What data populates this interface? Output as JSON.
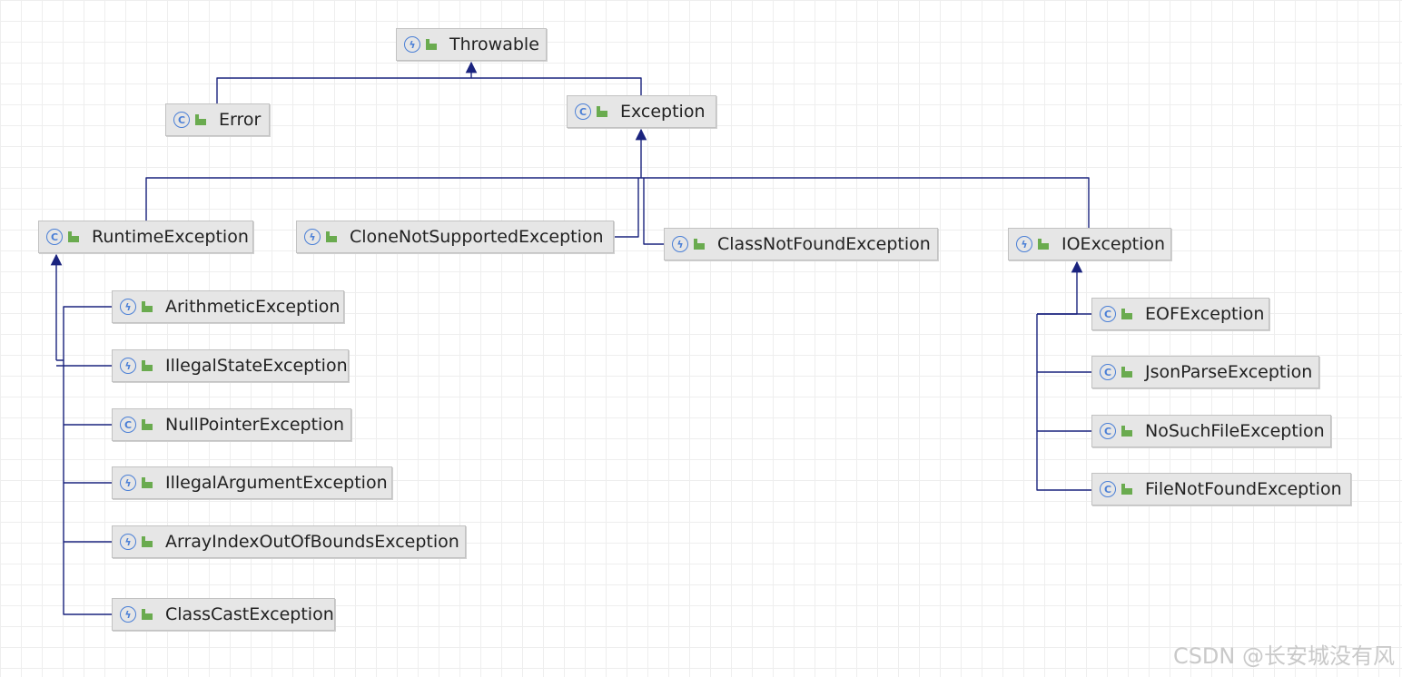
{
  "diagram": {
    "nodes": [
      {
        "id": "throwable",
        "label": "Throwable",
        "kind": "exception"
      },
      {
        "id": "error",
        "label": "Error",
        "kind": "class"
      },
      {
        "id": "exception",
        "label": "Exception",
        "kind": "class"
      },
      {
        "id": "runtime",
        "label": "RuntimeException",
        "kind": "class"
      },
      {
        "id": "clone",
        "label": "CloneNotSupportedException",
        "kind": "exception"
      },
      {
        "id": "cnf",
        "label": "ClassNotFoundException",
        "kind": "exception"
      },
      {
        "id": "io",
        "label": "IOException",
        "kind": "exception"
      },
      {
        "id": "arith",
        "label": "ArithmeticException",
        "kind": "exception"
      },
      {
        "id": "illegalstate",
        "label": "IllegalStateException",
        "kind": "exception"
      },
      {
        "id": "npe",
        "label": "NullPointerException",
        "kind": "class"
      },
      {
        "id": "illegalarg",
        "label": "IllegalArgumentException",
        "kind": "exception"
      },
      {
        "id": "aioobe",
        "label": "ArrayIndexOutOfBoundsException",
        "kind": "exception"
      },
      {
        "id": "cce",
        "label": "ClassCastException",
        "kind": "exception"
      },
      {
        "id": "eof",
        "label": "EOFException",
        "kind": "class"
      },
      {
        "id": "json",
        "label": "JsonParseException",
        "kind": "class"
      },
      {
        "id": "nsf",
        "label": "NoSuchFileException",
        "kind": "class"
      },
      {
        "id": "fnf",
        "label": "FileNotFoundException",
        "kind": "class"
      }
    ],
    "edges": [
      {
        "from": "error",
        "to": "throwable"
      },
      {
        "from": "exception",
        "to": "throwable"
      },
      {
        "from": "runtime",
        "to": "exception"
      },
      {
        "from": "clone",
        "to": "exception"
      },
      {
        "from": "cnf",
        "to": "exception"
      },
      {
        "from": "io",
        "to": "exception"
      },
      {
        "from": "arith",
        "to": "runtime"
      },
      {
        "from": "illegalstate",
        "to": "runtime"
      },
      {
        "from": "npe",
        "to": "runtime"
      },
      {
        "from": "illegalarg",
        "to": "runtime"
      },
      {
        "from": "aioobe",
        "to": "runtime"
      },
      {
        "from": "cce",
        "to": "runtime"
      },
      {
        "from": "eof",
        "to": "io"
      },
      {
        "from": "json",
        "to": "io"
      },
      {
        "from": "nsf",
        "to": "io"
      },
      {
        "from": "fnf",
        "to": "io"
      }
    ],
    "colors": {
      "edge": "#1a237e",
      "class_icon": "#4a7fd6",
      "package_icon": "#6aab4f",
      "node_fill": "#e6e6e6"
    }
  },
  "watermark": "CSDN @长安城没有风"
}
